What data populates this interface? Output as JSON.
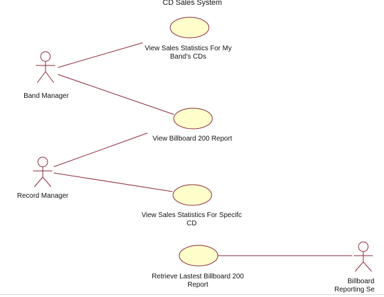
{
  "diagram": {
    "title": "CD Sales System",
    "colors": {
      "line": "#8a2a3a",
      "usecase_fill": "#ffffcc",
      "usecase_stroke": "#8a2a3a",
      "actor_stroke": "#8a2a3a",
      "text": "#111111"
    },
    "actors": [
      {
        "id": "band-manager",
        "label": "Band Manager"
      },
      {
        "id": "record-manager",
        "label": "Record Manager"
      },
      {
        "id": "billboard-reporting",
        "label_lines": [
          "Billboard",
          "Reporting Se"
        ]
      }
    ],
    "use_cases": [
      {
        "id": "view-sales-band",
        "label_lines": [
          "View Sales Statistics For My",
          "Band's CDs"
        ]
      },
      {
        "id": "view-billboard",
        "label_lines": [
          "View Billboard 200 Report"
        ]
      },
      {
        "id": "view-sales-specific",
        "label_lines": [
          "View Sales Statistics For Specifc",
          "CD"
        ]
      },
      {
        "id": "retrieve-billboard",
        "label_lines": [
          "Retrieve Lastest Billboard 200",
          "Report"
        ]
      }
    ],
    "associations": [
      {
        "from": "band-manager",
        "to": "view-sales-band"
      },
      {
        "from": "band-manager",
        "to": "view-billboard"
      },
      {
        "from": "record-manager",
        "to": "view-billboard"
      },
      {
        "from": "record-manager",
        "to": "view-sales-specific"
      },
      {
        "from": "retrieve-billboard",
        "to": "billboard-reporting"
      }
    ]
  }
}
